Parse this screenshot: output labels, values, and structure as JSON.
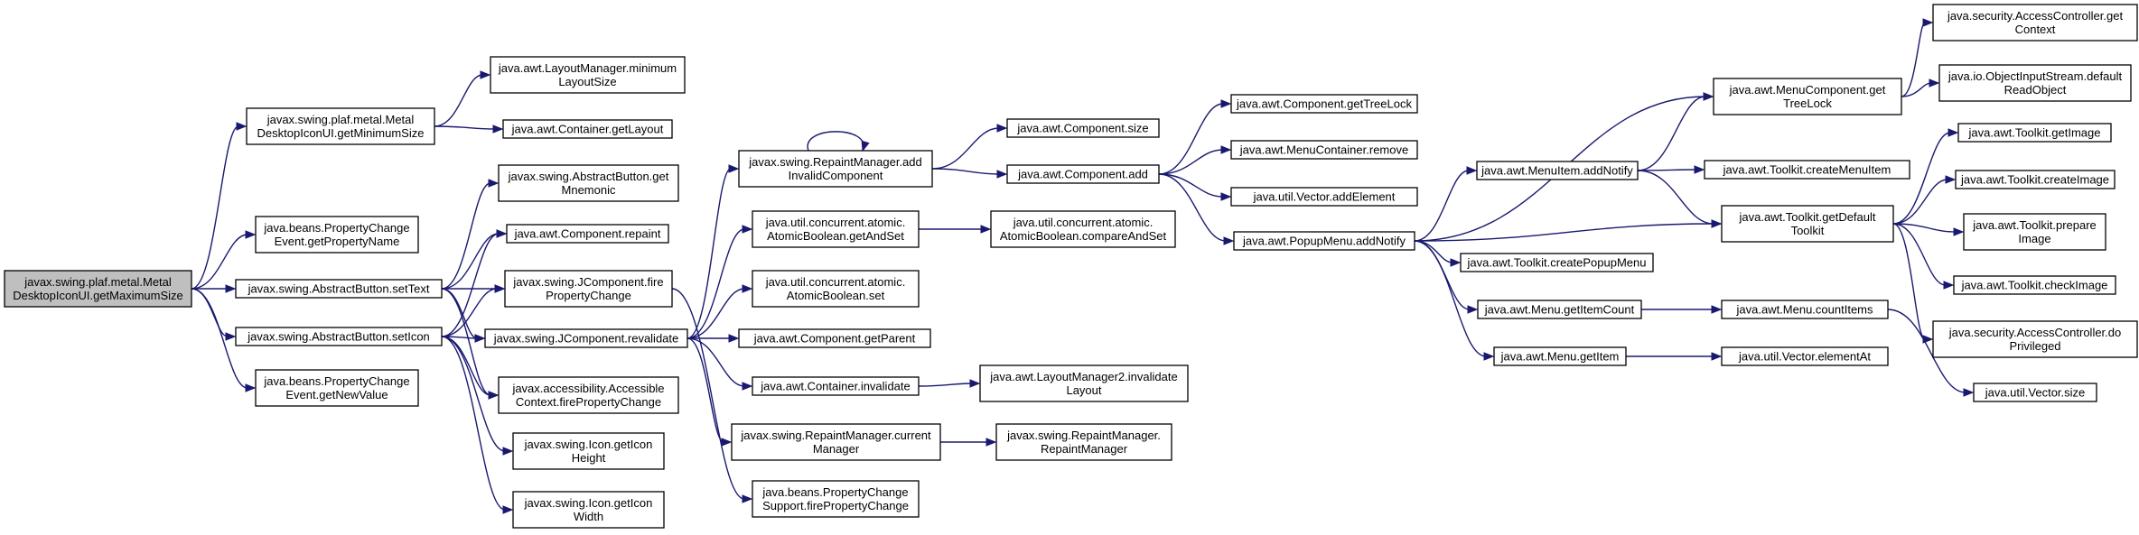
{
  "colors": {
    "edge": "#191970",
    "node_border": "#000000",
    "root_fill": "#bfbfbf",
    "node_fill": "#ffffff"
  },
  "nodes": [
    {
      "id": "root",
      "lines": [
        "javax.swing.plaf.metal.Metal",
        "DesktopIconUI.getMaximumSize"
      ],
      "root": true
    },
    {
      "id": "getMin",
      "lines": [
        "javax.swing.plaf.metal.Metal",
        "DesktopIconUI.getMinimumSize"
      ]
    },
    {
      "id": "pcePropName",
      "lines": [
        "java.beans.PropertyChange",
        "Event.getPropertyName"
      ]
    },
    {
      "id": "setText",
      "lines": [
        "javax.swing.AbstractButton.setText"
      ]
    },
    {
      "id": "setIcon",
      "lines": [
        "javax.swing.AbstractButton.setIcon"
      ]
    },
    {
      "id": "pceNewValue",
      "lines": [
        "java.beans.PropertyChange",
        "Event.getNewValue"
      ]
    },
    {
      "id": "lmMinLayout",
      "lines": [
        "java.awt.LayoutManager.minimum",
        "LayoutSize"
      ]
    },
    {
      "id": "contGetLayout",
      "lines": [
        "java.awt.Container.getLayout"
      ]
    },
    {
      "id": "abGetMnemonic",
      "lines": [
        "javax.swing.AbstractButton.get",
        "Mnemonic"
      ]
    },
    {
      "id": "compRepaint",
      "lines": [
        "java.awt.Component.repaint"
      ]
    },
    {
      "id": "jcFirePC",
      "lines": [
        "javax.swing.JComponent.fire",
        "PropertyChange"
      ]
    },
    {
      "id": "jcRevalidate",
      "lines": [
        "javax.swing.JComponent.revalidate"
      ]
    },
    {
      "id": "accFirePC",
      "lines": [
        "javax.accessibility.Accessible",
        "Context.firePropertyChange"
      ]
    },
    {
      "id": "iconHeight",
      "lines": [
        "javax.swing.Icon.getIcon",
        "Height"
      ]
    },
    {
      "id": "iconWidth",
      "lines": [
        "javax.swing.Icon.getIcon",
        "Width"
      ]
    },
    {
      "id": "rmAddInvalid",
      "lines": [
        "javax.swing.RepaintManager.add",
        "InvalidComponent"
      ]
    },
    {
      "id": "abGetAndSet",
      "lines": [
        "java.util.concurrent.atomic.",
        "AtomicBoolean.getAndSet"
      ]
    },
    {
      "id": "abSet",
      "lines": [
        "java.util.concurrent.atomic.",
        "AtomicBoolean.set"
      ]
    },
    {
      "id": "compGetParent",
      "lines": [
        "java.awt.Component.getParent"
      ]
    },
    {
      "id": "contInvalidate",
      "lines": [
        "java.awt.Container.invalidate"
      ]
    },
    {
      "id": "rmCurrent",
      "lines": [
        "javax.swing.RepaintManager.current",
        "Manager"
      ]
    },
    {
      "id": "pcsFire",
      "lines": [
        "java.beans.PropertyChange",
        "Support.firePropertyChange"
      ]
    },
    {
      "id": "compSize",
      "lines": [
        "java.awt.Component.size"
      ]
    },
    {
      "id": "compAdd",
      "lines": [
        "java.awt.Component.add"
      ]
    },
    {
      "id": "abCompareAndSet",
      "lines": [
        "java.util.concurrent.atomic.",
        "AtomicBoolean.compareAndSet"
      ]
    },
    {
      "id": "lm2Invalidate",
      "lines": [
        "java.awt.LayoutManager2.invalidate",
        "Layout"
      ]
    },
    {
      "id": "rmRM",
      "lines": [
        "javax.swing.RepaintManager.",
        "RepaintManager"
      ]
    },
    {
      "id": "compTreeLock",
      "lines": [
        "java.awt.Component.getTreeLock"
      ]
    },
    {
      "id": "mcRemove",
      "lines": [
        "java.awt.MenuContainer.remove"
      ]
    },
    {
      "id": "vecAdd",
      "lines": [
        "java.util.Vector.addElement"
      ]
    },
    {
      "id": "popupAddNotify",
      "lines": [
        "java.awt.PopupMenu.addNotify"
      ]
    },
    {
      "id": "miAddNotify",
      "lines": [
        "java.awt.MenuItem.addNotify"
      ]
    },
    {
      "id": "tkCreatePopup",
      "lines": [
        "java.awt.Toolkit.createPopupMenu"
      ]
    },
    {
      "id": "menuGetItemCount",
      "lines": [
        "java.awt.Menu.getItemCount"
      ]
    },
    {
      "id": "menuGetItem",
      "lines": [
        "java.awt.Menu.getItem"
      ]
    },
    {
      "id": "mcGetTreeLock",
      "lines": [
        "java.awt.MenuComponent.get",
        "TreeLock"
      ]
    },
    {
      "id": "tkCreateMenuItem",
      "lines": [
        "java.awt.Toolkit.createMenuItem"
      ]
    },
    {
      "id": "tkGetDefault",
      "lines": [
        "java.awt.Toolkit.getDefault",
        "Toolkit"
      ]
    },
    {
      "id": "menuCountItems",
      "lines": [
        "java.awt.Menu.countItems"
      ]
    },
    {
      "id": "vecElementAt",
      "lines": [
        "java.util.Vector.elementAt"
      ]
    },
    {
      "id": "acGetContext",
      "lines": [
        "java.security.AccessController.get",
        "Context"
      ]
    },
    {
      "id": "oisDefaultRead",
      "lines": [
        "java.io.ObjectInputStream.default",
        "ReadObject"
      ]
    },
    {
      "id": "tkGetImage",
      "lines": [
        "java.awt.Toolkit.getImage"
      ]
    },
    {
      "id": "tkCreateImage",
      "lines": [
        "java.awt.Toolkit.createImage"
      ]
    },
    {
      "id": "tkPrepareImage",
      "lines": [
        "java.awt.Toolkit.prepare",
        "Image"
      ]
    },
    {
      "id": "tkCheckImage",
      "lines": [
        "java.awt.Toolkit.checkImage"
      ]
    },
    {
      "id": "acDoPrivileged",
      "lines": [
        "java.security.AccessController.do",
        "Privileged"
      ]
    },
    {
      "id": "vecSize",
      "lines": [
        "java.util.Vector.size"
      ]
    }
  ],
  "edges": [
    [
      "root",
      "getMin"
    ],
    [
      "root",
      "pcePropName"
    ],
    [
      "root",
      "setText"
    ],
    [
      "root",
      "setIcon"
    ],
    [
      "root",
      "pceNewValue"
    ],
    [
      "getMin",
      "lmMinLayout"
    ],
    [
      "getMin",
      "contGetLayout"
    ],
    [
      "setText",
      "abGetMnemonic"
    ],
    [
      "setText",
      "compRepaint"
    ],
    [
      "setText",
      "jcFirePC"
    ],
    [
      "setText",
      "jcRevalidate"
    ],
    [
      "setText",
      "accFirePC"
    ],
    [
      "setIcon",
      "compRepaint"
    ],
    [
      "setIcon",
      "jcFirePC"
    ],
    [
      "setIcon",
      "jcRevalidate"
    ],
    [
      "setIcon",
      "accFirePC"
    ],
    [
      "setIcon",
      "iconHeight"
    ],
    [
      "setIcon",
      "iconWidth"
    ],
    [
      "jcFirePC",
      "pcsFire"
    ],
    [
      "jcRevalidate",
      "rmAddInvalid"
    ],
    [
      "jcRevalidate",
      "abGetAndSet"
    ],
    [
      "jcRevalidate",
      "abSet"
    ],
    [
      "jcRevalidate",
      "compGetParent"
    ],
    [
      "jcRevalidate",
      "contInvalidate"
    ],
    [
      "jcRevalidate",
      "rmCurrent"
    ],
    [
      "rmAddInvalid",
      "rmAddInvalid"
    ],
    [
      "rmAddInvalid",
      "compSize"
    ],
    [
      "rmAddInvalid",
      "compAdd"
    ],
    [
      "abGetAndSet",
      "abCompareAndSet"
    ],
    [
      "contInvalidate",
      "lm2Invalidate"
    ],
    [
      "rmCurrent",
      "rmRM"
    ],
    [
      "compAdd",
      "compTreeLock"
    ],
    [
      "compAdd",
      "mcRemove"
    ],
    [
      "compAdd",
      "vecAdd"
    ],
    [
      "compAdd",
      "popupAddNotify"
    ],
    [
      "popupAddNotify",
      "mcGetTreeLock"
    ],
    [
      "popupAddNotify",
      "miAddNotify"
    ],
    [
      "popupAddNotify",
      "tkGetDefault"
    ],
    [
      "popupAddNotify",
      "tkCreatePopup"
    ],
    [
      "popupAddNotify",
      "menuGetItemCount"
    ],
    [
      "popupAddNotify",
      "menuGetItem"
    ],
    [
      "miAddNotify",
      "mcGetTreeLock"
    ],
    [
      "miAddNotify",
      "tkCreateMenuItem"
    ],
    [
      "miAddNotify",
      "tkGetDefault"
    ],
    [
      "menuGetItemCount",
      "menuCountItems"
    ],
    [
      "menuGetItem",
      "vecElementAt"
    ],
    [
      "mcGetTreeLock",
      "acGetContext"
    ],
    [
      "mcGetTreeLock",
      "oisDefaultRead"
    ],
    [
      "tkGetDefault",
      "tkGetImage"
    ],
    [
      "tkGetDefault",
      "tkCreateImage"
    ],
    [
      "tkGetDefault",
      "tkPrepareImage"
    ],
    [
      "tkGetDefault",
      "tkCheckImage"
    ],
    [
      "tkGetDefault",
      "acDoPrivileged"
    ],
    [
      "menuCountItems",
      "vecSize"
    ]
  ]
}
